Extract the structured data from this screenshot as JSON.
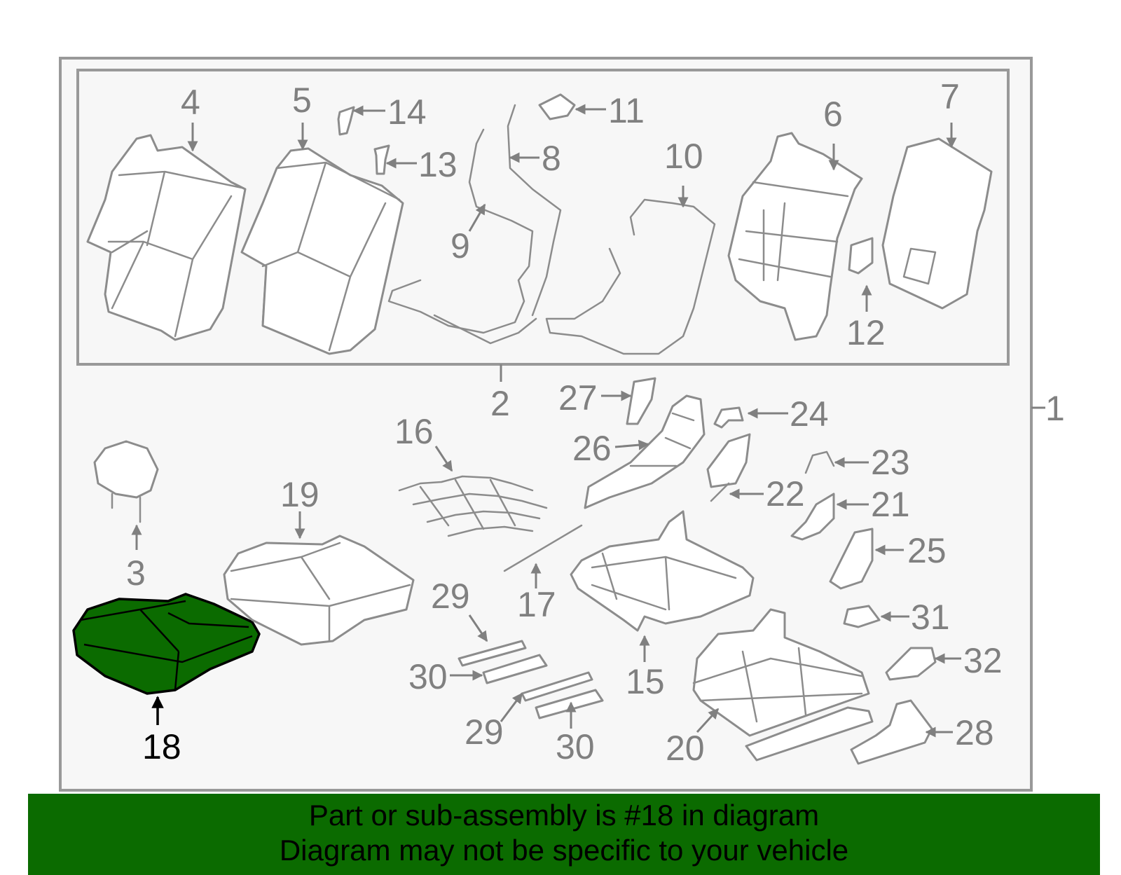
{
  "diagram": {
    "highlight_color": "#0b6b00",
    "highlighted_part": "18",
    "callouts": [
      "1",
      "2",
      "3",
      "4",
      "5",
      "6",
      "7",
      "8",
      "9",
      "10",
      "11",
      "12",
      "13",
      "14",
      "15",
      "16",
      "17",
      "18",
      "19",
      "20",
      "21",
      "22",
      "23",
      "24",
      "25",
      "26",
      "27",
      "28",
      "29",
      "30",
      "29",
      "30",
      "31",
      "32"
    ]
  },
  "banner": {
    "line1": "Part or sub-assembly is #18 in diagram",
    "line2": "Diagram may not be specific to your vehicle",
    "bg_color": "#0b6b00"
  }
}
